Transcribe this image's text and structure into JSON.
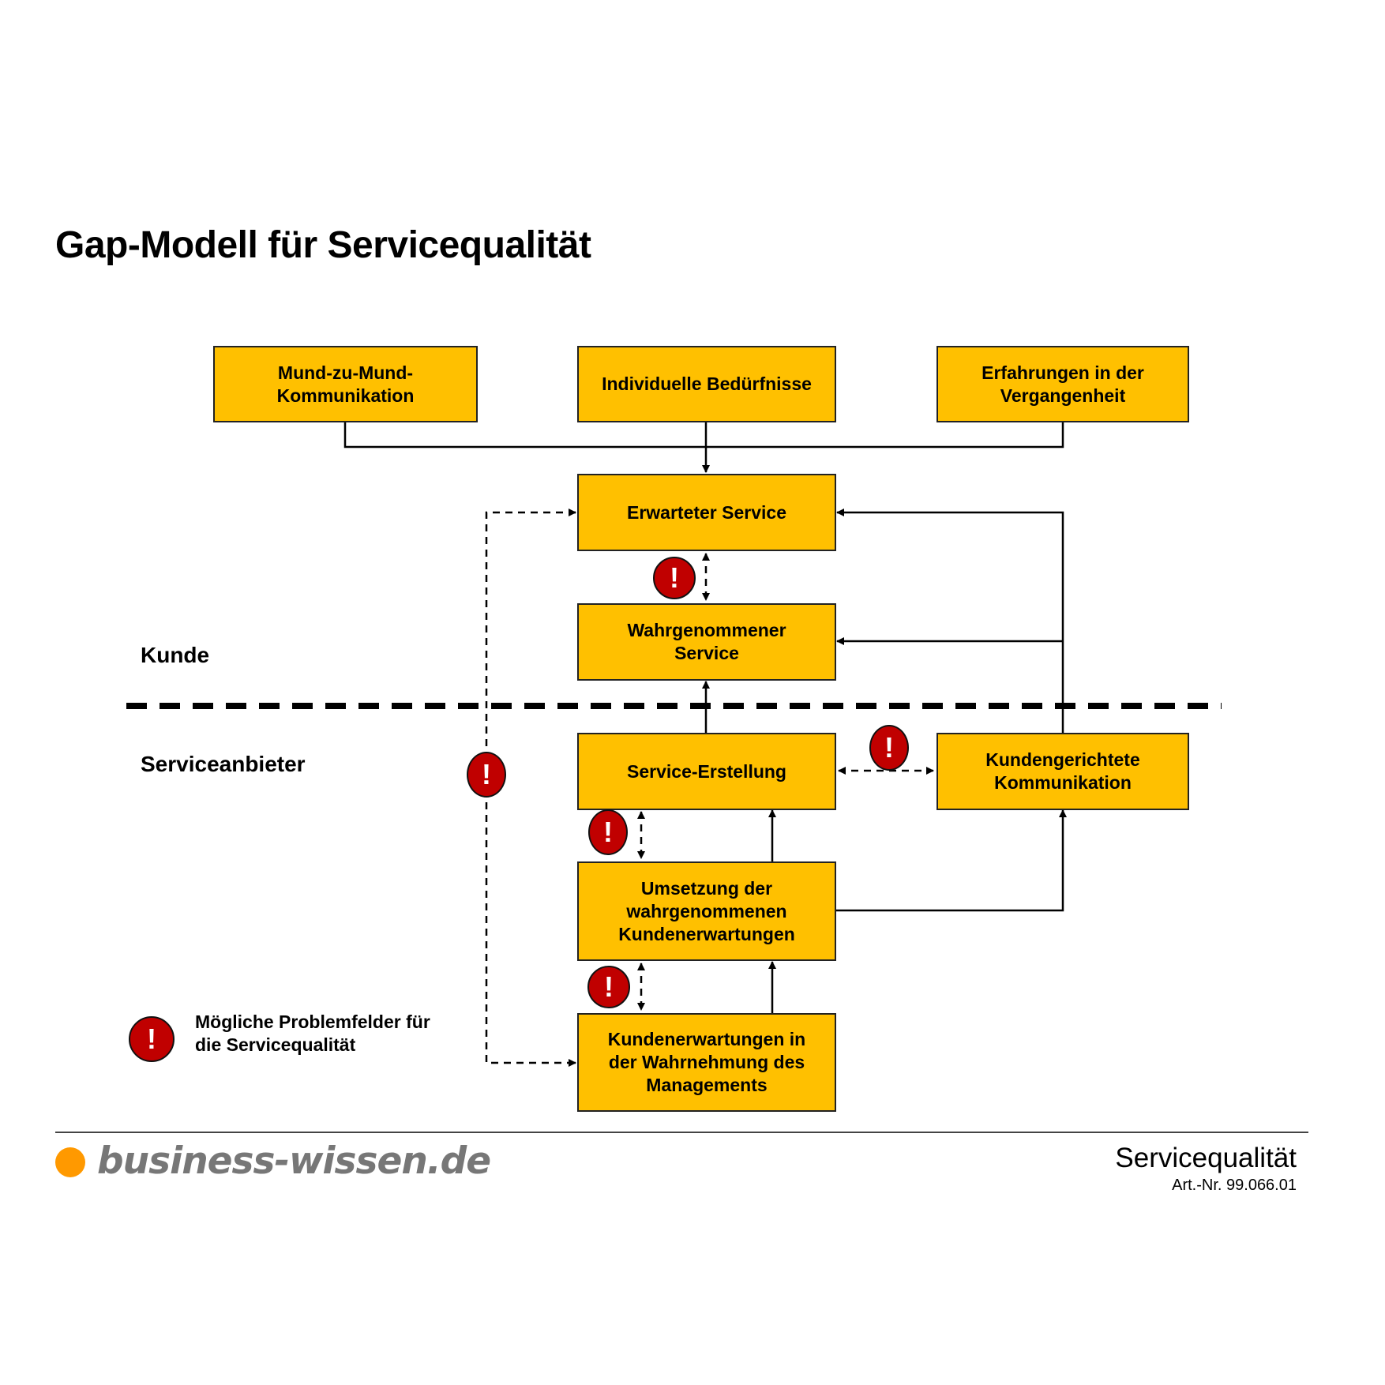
{
  "title": "Gap-Modell für Servicequalität",
  "zones": {
    "customer": "Kunde",
    "provider": "Serviceanbieter"
  },
  "boxes": {
    "word_of_mouth": "Mund-zu-Mund-\nKommunikation",
    "personal_needs": "Individuelle Bedürfnisse",
    "past_experience": "Erfahrungen in der\nVergangenheit",
    "expected_service": "Erwarteter Service",
    "perceived_service": "Wahrgenommener\nService",
    "service_delivery": "Service-Erstellung",
    "external_communication": "Kundengerichtete\nKommunikation",
    "service_specs": "Umsetzung der\nwahrgenommenen\nKundenerwartungen",
    "management_perception": "Kundenerwartungen in\nder Wahrnehmung des\nManagements"
  },
  "gap_marker": {
    "symbol": "!",
    "color": "#C00000",
    "icon": "exclamation-circle-icon"
  },
  "legend": {
    "text": "Mögliche Problemfelder für\ndie Servicequalität"
  },
  "colors": {
    "box_fill": "#FFC000",
    "brand_dot": "#FF9900",
    "brand_text": "#777777"
  },
  "footer": {
    "brand": "business-wissen.de",
    "doc_title": "Servicequalität",
    "doc_number": "Art.-Nr. 99.066.01"
  }
}
